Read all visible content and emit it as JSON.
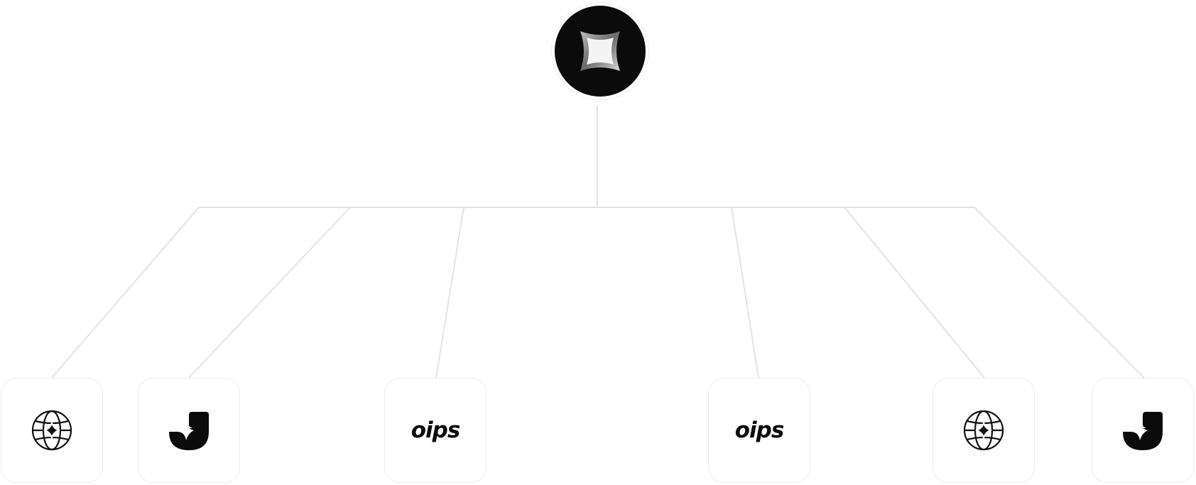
{
  "hub": {
    "icon": "sparkle-square-logo-icon",
    "background": "#0b0b0b"
  },
  "connector_color": "#e3e3e3",
  "nodes": [
    {
      "icon": "globe-sparkle-icon",
      "label": ""
    },
    {
      "icon": "j-drop-logo-icon",
      "label": ""
    },
    {
      "icon": "oips-wordmark",
      "label": "oips"
    },
    {
      "icon": "oips-wordmark",
      "label": "oips"
    },
    {
      "icon": "globe-sparkle-icon",
      "label": ""
    },
    {
      "icon": "j-drop-logo-icon",
      "label": ""
    }
  ]
}
